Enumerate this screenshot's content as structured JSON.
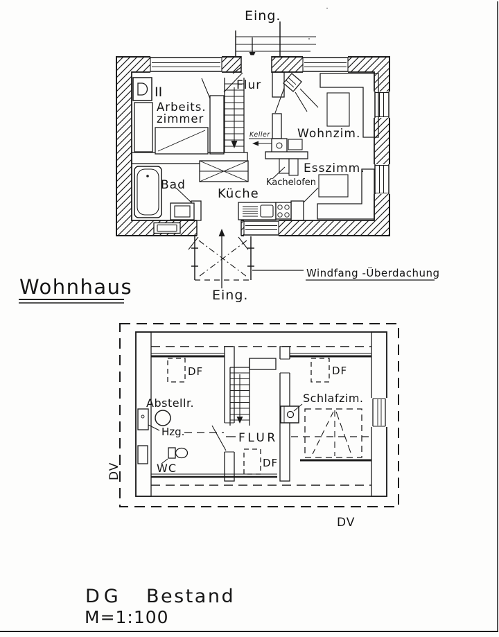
{
  "drawing": {
    "title": "Wohnhaus",
    "footer": {
      "level": "DG",
      "status": "Bestand",
      "scale": "M=1:100"
    }
  },
  "ground_floor": {
    "entrance_top": "Eing.",
    "entrance_bottom": "Eing.",
    "hall": "Flur",
    "workroom_line1": "Arbeits.",
    "workroom_line2": "zimmer",
    "living_room": "Wohnzim.",
    "dining_room": "Esszimm.",
    "bathroom": "Bad",
    "kitchen": "Küche",
    "tiled_stove": "Kachelofen",
    "cellar_stair": "Keller",
    "window_mark": "II",
    "porch_label": "Windfang -Überdachung"
  },
  "attic": {
    "roof_window_left": "DF",
    "roof_window_right": "DF",
    "roof_window_hall": "DF",
    "storage_room": "Abstellr.",
    "heating": "Hzg.",
    "wc": "WC",
    "hall": "FLUR",
    "bedroom": "Schlafzim.",
    "roof_overhang_left": "DV",
    "roof_overhang_bottom": "DV"
  }
}
